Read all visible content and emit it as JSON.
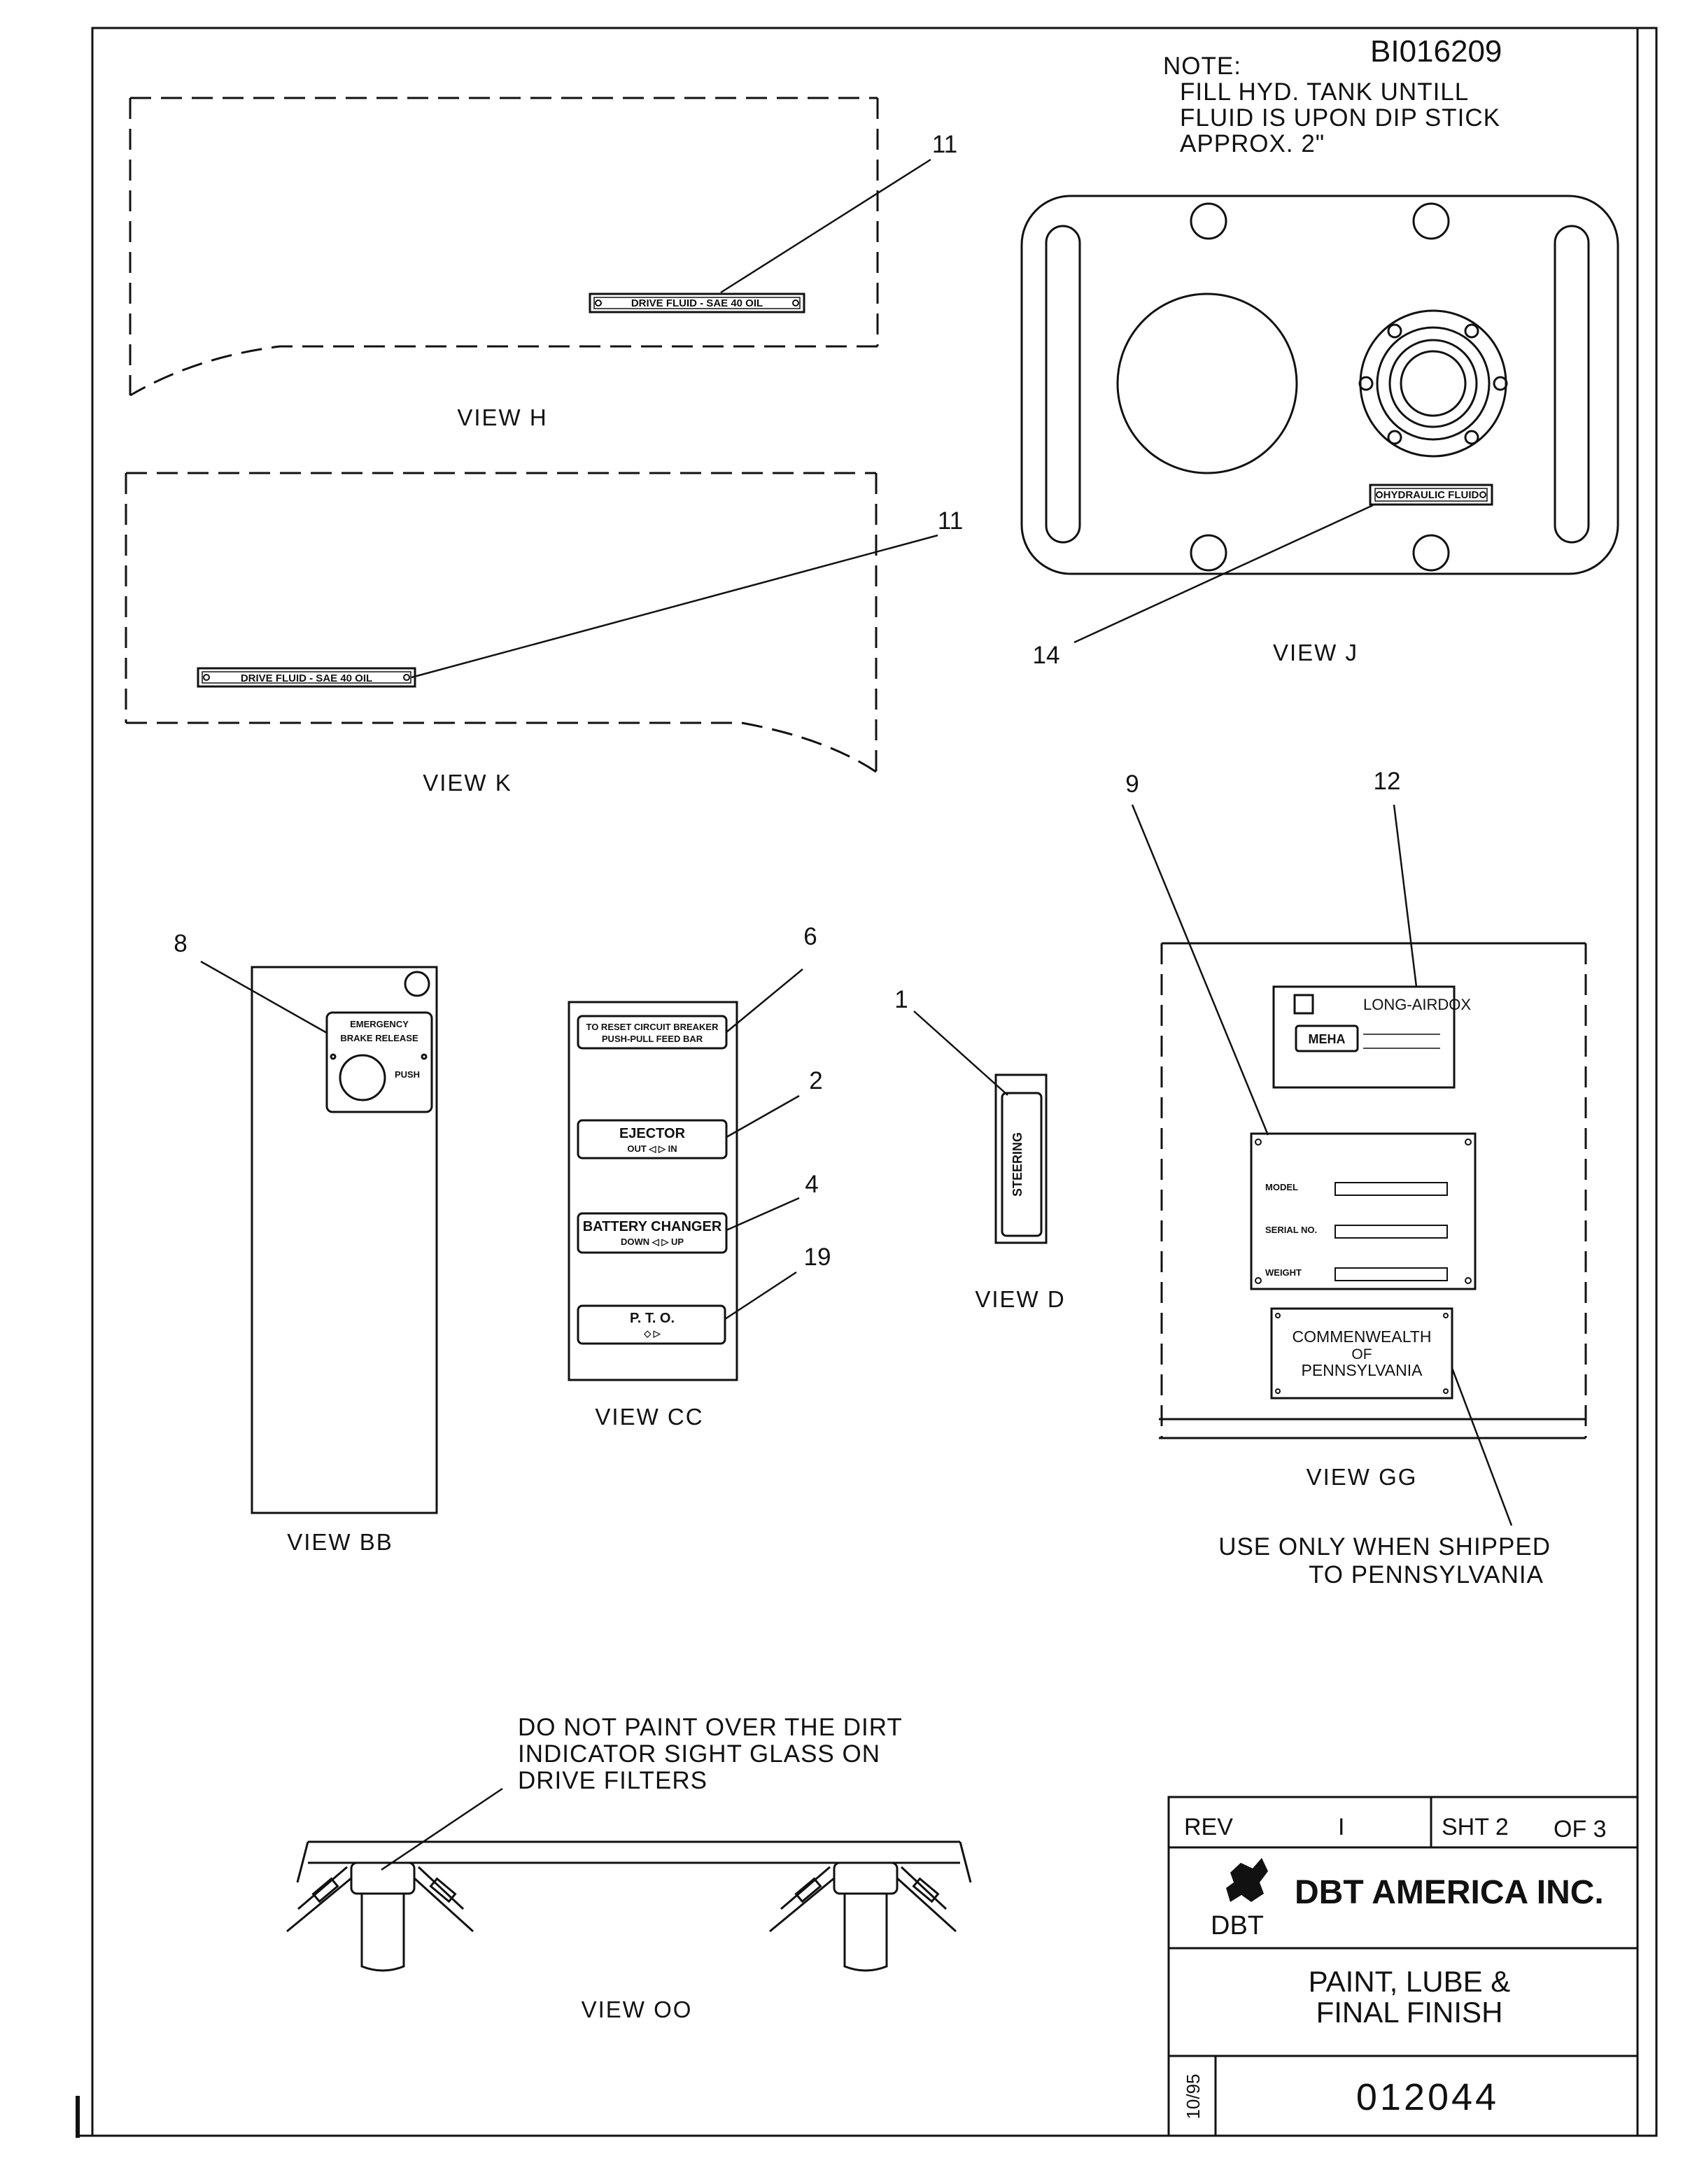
{
  "drawing_id": "BI016209",
  "note": {
    "heading": "NOTE:",
    "line1": "FILL HYD. TANK UNTILL",
    "line2": "FLUID IS UPON DIP STICK",
    "line3": "APPROX. 2\""
  },
  "views": {
    "h": "VIEW H",
    "k": "VIEW K",
    "j": "VIEW J",
    "bb": "VIEW BB",
    "cc": "VIEW CC",
    "d": "VIEW D",
    "gg": "VIEW GG",
    "oo": "VIEW OO"
  },
  "callouts": {
    "c11_h": "11",
    "c11_k": "11",
    "c14": "14",
    "c8": "8",
    "c6": "6",
    "c2": "2",
    "c4": "4",
    "c19": "19",
    "c1": "1",
    "c9": "9",
    "c12": "12"
  },
  "plates": {
    "drive_fluid": "DRIVE FLUID - SAE 40 OIL",
    "hydraulic_fluid": "HYDRAULIC FLUID",
    "brake_line1": "EMERGENCY",
    "brake_line2": "BRAKE RELEASE",
    "brake_push": "PUSH",
    "breaker_line1": "TO RESET CIRCUIT BREAKER",
    "breaker_line2": "PUSH-PULL FEED BAR",
    "ejector": "EJECTOR",
    "ejector_sub": "OUT ◁ ▷ IN",
    "battery_changer": "BATTERY CHANGER",
    "battery_changer_sub": "DOWN ◁ ▷ UP",
    "pto": "P. T. O.",
    "pto_sub": "◇ ▷",
    "steering": "STEERING",
    "long_airdox": "LONG-AIRDOX",
    "long_airdox_brand": "MEHA",
    "serial_model": "MODEL",
    "serial_no": "SERIAL NO.",
    "serial_weight": "WEIGHT",
    "penn_line1": "COMMENWEALTH",
    "penn_line2": "OF",
    "penn_line3": "PENNSYLVANIA"
  },
  "pennsylvania_note": {
    "line1": "USE ONLY WHEN SHIPPED",
    "line2": "TO PENNSYLVANIA"
  },
  "paint_note": {
    "line1": "DO NOT PAINT OVER THE DIRT",
    "line2": "INDICATOR SIGHT GLASS ON",
    "line3": "DRIVE FILTERS"
  },
  "title_block": {
    "rev_label": "REV",
    "rev_value": "I",
    "sheet": "SHT 2",
    "of": "OF 3",
    "company": "DBT AMERICA INC.",
    "logo_text": "DBT",
    "title_line1": "PAINT, LUBE &",
    "title_line2": "FINAL FINISH",
    "drawing_number": "012044",
    "date": "10/95"
  }
}
